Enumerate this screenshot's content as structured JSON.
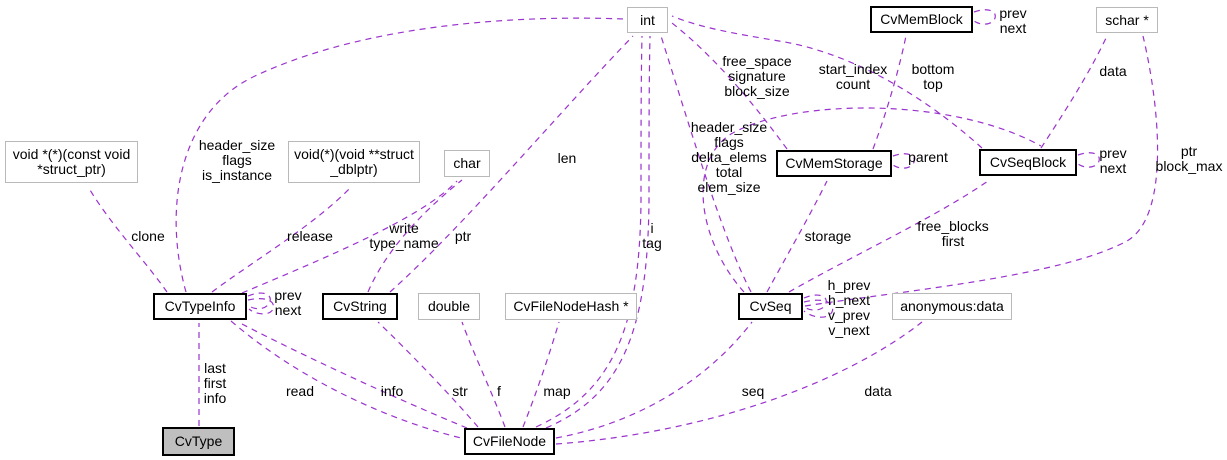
{
  "diagram": {
    "kind": "collaboration-graph",
    "focus_node": "CvType",
    "edge_color": "#9a32cd",
    "nodes": [
      {
        "label": "int"
      },
      {
        "label": "CvMemBlock"
      },
      {
        "label": "schar *"
      },
      {
        "label": "void *(*)(const void\n*struct_ptr)"
      },
      {
        "label": "void(*)(void **struct\n_dblptr)"
      },
      {
        "label": "char"
      },
      {
        "label": "CvMemStorage"
      },
      {
        "label": "CvSeqBlock"
      },
      {
        "label": "CvTypeInfo"
      },
      {
        "label": "CvString"
      },
      {
        "label": "double"
      },
      {
        "label": "CvFileNodeHash *"
      },
      {
        "label": "CvSeq"
      },
      {
        "label": "anonymous:data"
      },
      {
        "label": "CvType"
      },
      {
        "label": "CvFileNode"
      }
    ],
    "edge_labels": [
      {
        "text": "clone"
      },
      {
        "text": "header_size\nflags\nis_instance"
      },
      {
        "text": "release"
      },
      {
        "text": "write\ntype_name"
      },
      {
        "text": "ptr"
      },
      {
        "text": "len"
      },
      {
        "text": "i\ntag"
      },
      {
        "text": "free_space\nsignature\nblock_size"
      },
      {
        "text": "start_index\ncount"
      },
      {
        "text": "bottom\ntop"
      },
      {
        "text": "prev\nnext"
      },
      {
        "text": "data"
      },
      {
        "text": "header_size\nflags\ndelta_elems\ntotal\nelem_size"
      },
      {
        "text": "parent"
      },
      {
        "text": "prev\nnext"
      },
      {
        "text": "ptr\nblock_max"
      },
      {
        "text": "storage"
      },
      {
        "text": "free_blocks\nfirst"
      },
      {
        "text": "prev\nnext"
      },
      {
        "text": "h_prev\nh_next\nv_prev\nv_next"
      },
      {
        "text": "last\nfirst\ninfo"
      },
      {
        "text": "read"
      },
      {
        "text": "info"
      },
      {
        "text": "str"
      },
      {
        "text": "f"
      },
      {
        "text": "map"
      },
      {
        "text": "seq"
      },
      {
        "text": "data"
      }
    ]
  }
}
